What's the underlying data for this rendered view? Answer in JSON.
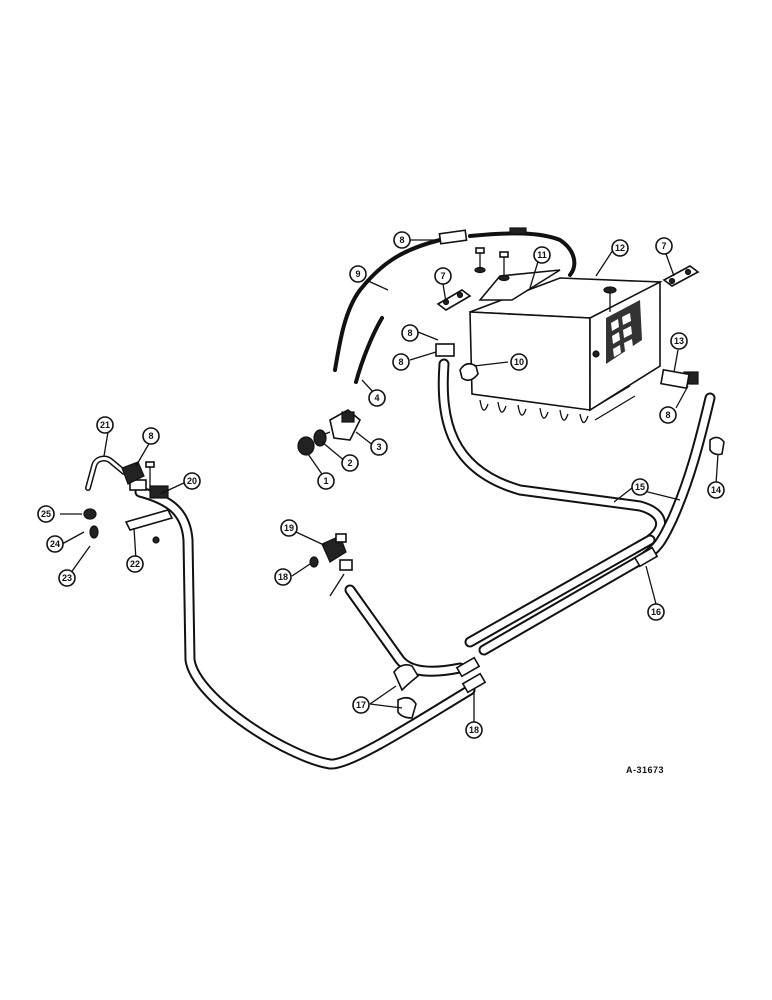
{
  "drawing": {
    "reference_code": "A-31673",
    "callout_numbers": [
      "1",
      "2",
      "3",
      "4",
      "7",
      "7",
      "8",
      "8",
      "8",
      "8",
      "9",
      "10",
      "11",
      "12",
      "13",
      "14",
      "15",
      "16",
      "17",
      "18",
      "18",
      "19",
      "20",
      "21",
      "8",
      "22",
      "23",
      "24",
      "25"
    ]
  }
}
